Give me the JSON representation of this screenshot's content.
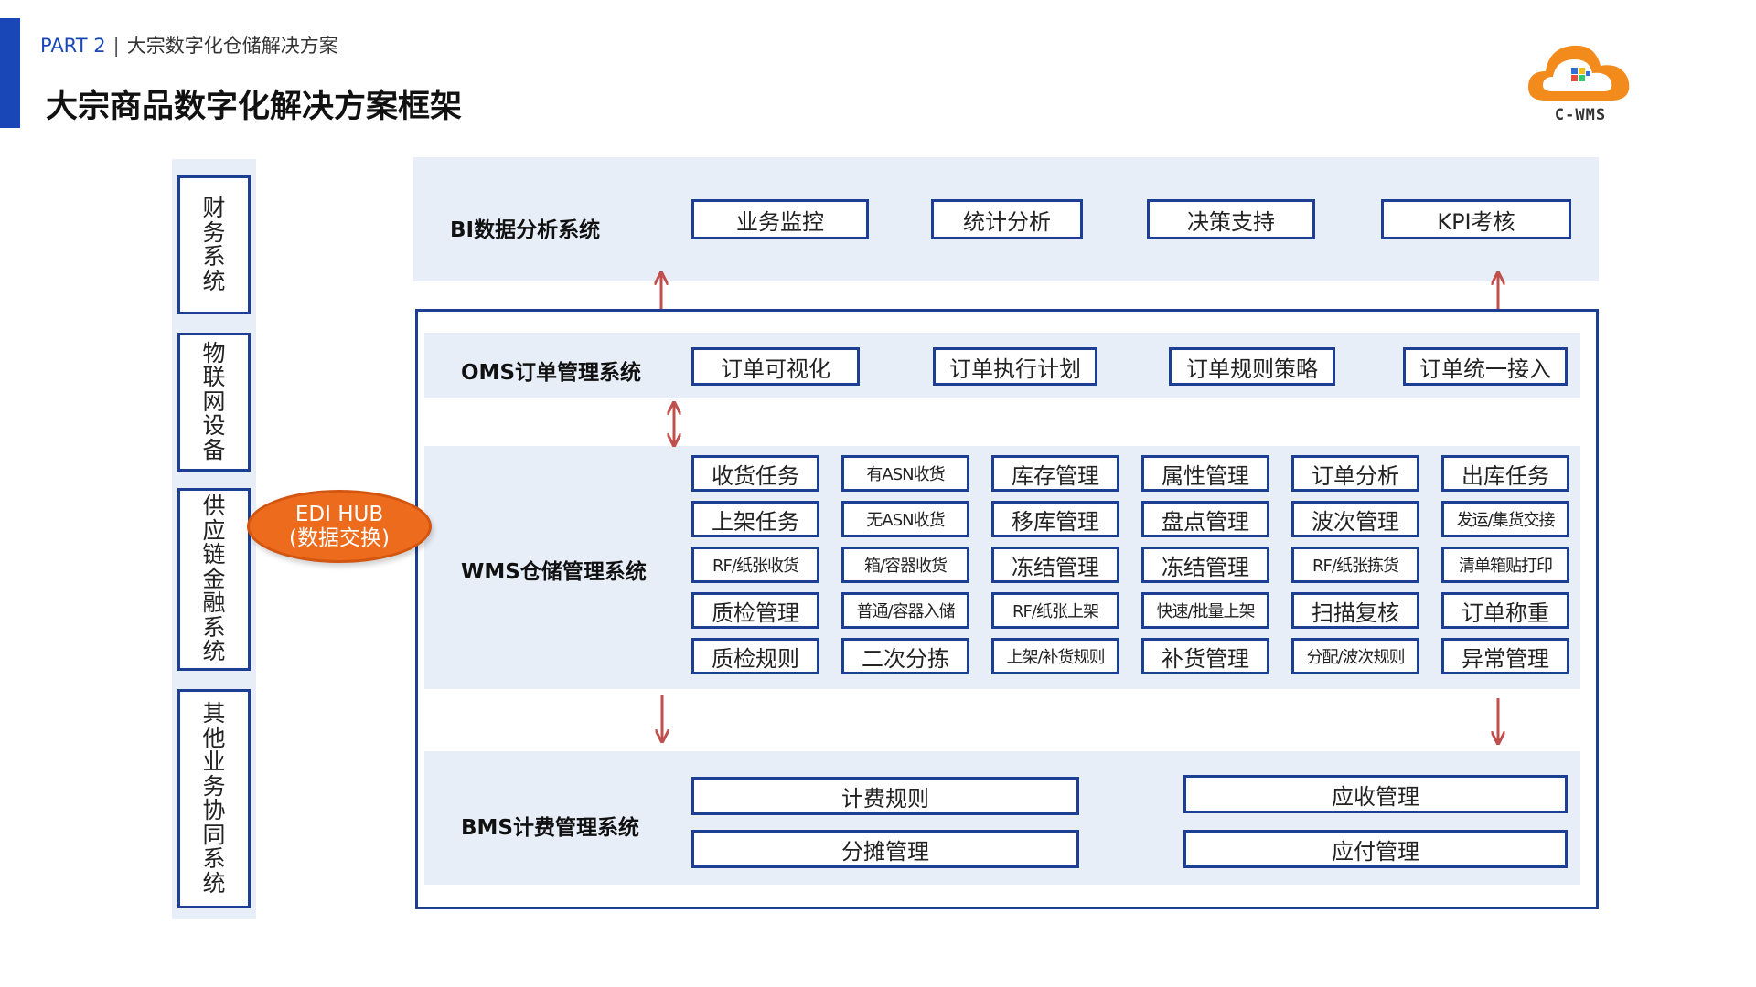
{
  "header": {
    "part": "PART 2",
    "separator": "|",
    "subtitle": "大宗数字化仓储解决方案",
    "title": "大宗商品数字化解决方案框架"
  },
  "logo": {
    "text": "C-WMS"
  },
  "left_systems": [
    "财务系统",
    "物联网设备",
    "供应链金融系统",
    "其他业务协同系统"
  ],
  "edi_hub": {
    "line1": "EDI HUB",
    "line2": "(数据交换)"
  },
  "bi": {
    "label": "BI数据分析系统",
    "modules": [
      "业务监控",
      "统计分析",
      "决策支持",
      "KPI考核"
    ]
  },
  "oms": {
    "label": "OMS订单管理系统",
    "modules": [
      "订单可视化",
      "订单执行计划",
      "订单规则策略",
      "订单统一接入"
    ]
  },
  "wms": {
    "label": "WMS仓储管理系统",
    "rows": [
      [
        "收货任务",
        "有ASN收货",
        "库存管理",
        "属性管理",
        "订单分析",
        "出库任务"
      ],
      [
        "上架任务",
        "无ASN收货",
        "移库管理",
        "盘点管理",
        "波次管理",
        "发运/集货交接"
      ],
      [
        "RF/纸张收货",
        "箱/容器收货",
        "冻结管理",
        "冻结管理",
        "RF/纸张拣货",
        "清单箱贴打印"
      ],
      [
        "质检管理",
        "普通/容器入储",
        "RF/纸张上架",
        "快速/批量上架",
        "扫描复核",
        "订单称重"
      ],
      [
        "质检规则",
        "二次分拣",
        "上架/补货规则",
        "补货管理",
        "分配/波次规则",
        "异常管理"
      ]
    ]
  },
  "bms": {
    "label": "BMS计费管理系统",
    "modules": [
      "计费规则",
      "应收管理",
      "分摊管理",
      "应付管理"
    ]
  },
  "colors": {
    "brand_blue": "#1a47b8",
    "border_blue": "#1c3f94",
    "panel_bg": "#e8eef8",
    "edi_orange": "#ed6b1c",
    "arrow_red": "#c0504d"
  }
}
